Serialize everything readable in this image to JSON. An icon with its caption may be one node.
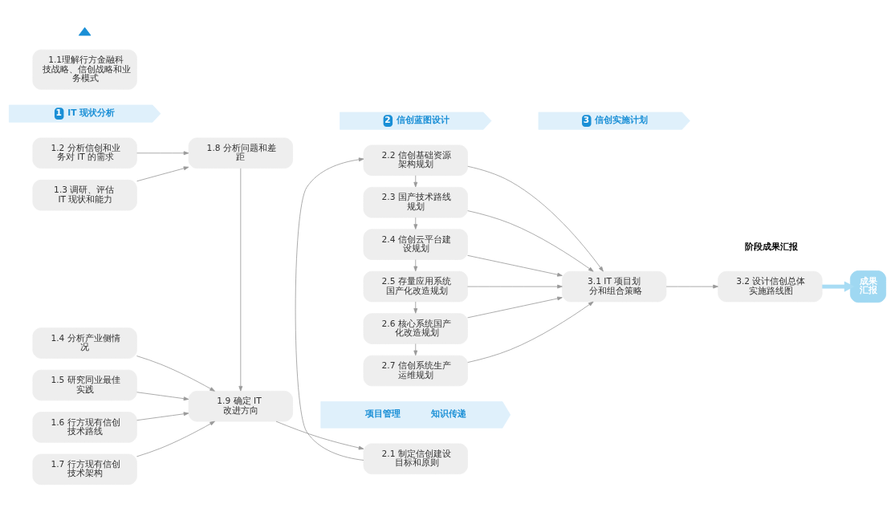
{
  "diagram": {
    "nodes": [
      {
        "text": [
          "1",
          "IT 现状分析"
        ]
      },
      {
        "text": [
          "2",
          "信创蓝图设计"
        ]
      },
      {
        "text": [
          "3",
          "信创实施计划"
        ]
      },
      {
        "text": [
          "1.1理解行方金融科技战略、信创战略和业务模式"
        ]
      },
      {
        "text": [
          "1.2 分析信创和业务对 IT 的需求"
        ]
      },
      {
        "text": [
          "1.3 调研、评估 IT 现状和能力"
        ]
      },
      {
        "text": [
          "1.4 分析产业侧情况"
        ]
      },
      {
        "text": [
          "1.5 研究同业最佳实践"
        ]
      },
      {
        "text": [
          "1.6 行方现有信创技术路线"
        ]
      },
      {
        "text": [
          "1.7 行方现有信创技术架构"
        ]
      },
      {
        "text": [
          "1.8 分析问题和差距"
        ]
      },
      {
        "text": [
          "1.9 确定 IT 改进方向"
        ]
      },
      {
        "text": [
          "2.1 制定信创建设目标和原则"
        ]
      },
      {
        "text": [
          "2.2 信创基础资源架构规划"
        ]
      },
      {
        "text": [
          "2.3 国产技术路线规划"
        ]
      },
      {
        "text": [
          "2.4 信创云平台建设规划"
        ]
      },
      {
        "text": [
          "2.5 存量应用系统国产化改造规划"
        ]
      },
      {
        "text": [
          "2.6 核心系统国产化改造规划"
        ]
      },
      {
        "text": [
          "2.7 信创系统生产运维规划"
        ]
      },
      {
        "text": [
          "3.1 IT 项目划分和组合策略"
        ]
      },
      {
        "text": [
          "3.2 设计信创总体实施路线图"
        ]
      },
      {
        "text": [
          "成果汇报"
        ]
      },
      {
        "text": [
          "项目管理",
          "知识传递"
        ]
      }
    ],
    "edges": [
      {
        "from": 4,
        "to": 10,
        "arrow": "to"
      },
      {
        "from": 5,
        "to": 10,
        "arrow": "to"
      },
      {
        "from": 10,
        "to": 11,
        "arrow": "to"
      },
      {
        "from": 6,
        "to": 11,
        "arrow": "to"
      },
      {
        "from": 7,
        "to": 11,
        "arrow": "to"
      },
      {
        "from": 8,
        "to": 11,
        "arrow": "to"
      },
      {
        "from": 9,
        "to": 11,
        "arrow": "to"
      },
      {
        "from": 11,
        "to": 12,
        "arrow": "to"
      },
      {
        "from": 12,
        "to": 13,
        "arrow": "to"
      },
      {
        "from": 13,
        "to": 14,
        "arrow": "to"
      },
      {
        "from": 14,
        "to": 15,
        "arrow": "to"
      },
      {
        "from": 15,
        "to": 16,
        "arrow": "to"
      },
      {
        "from": 16,
        "to": 17,
        "arrow": "to"
      },
      {
        "from": 17,
        "to": 18,
        "arrow": "to"
      },
      {
        "from": 13,
        "to": 19,
        "arrow": "to"
      },
      {
        "from": 14,
        "to": 19,
        "arrow": "to"
      },
      {
        "from": 15,
        "to": 19,
        "arrow": "to"
      },
      {
        "from": 16,
        "to": 19,
        "arrow": "to"
      },
      {
        "from": 17,
        "to": 19,
        "arrow": "to"
      },
      {
        "from": 18,
        "to": 19,
        "arrow": "to"
      },
      {
        "from": 19,
        "to": 20,
        "arrow": "to"
      },
      {
        "from": 20,
        "to": 21,
        "arrow": "to",
        "style": "thick",
        "color": "#a8dcf4"
      }
    ],
    "legend": [
      {
        "text": "阶段成果汇报"
      }
    ]
  }
}
